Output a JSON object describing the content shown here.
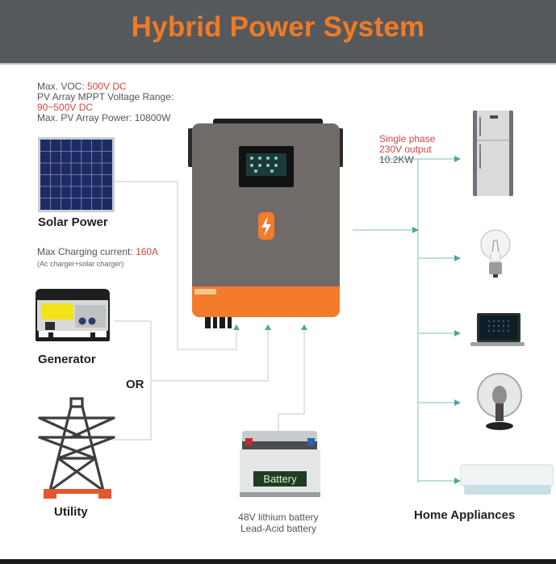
{
  "header": {
    "title": "Hybrid Power System",
    "background": "#56595c",
    "title_color": "#f07b24"
  },
  "solar_specs": {
    "max_voc_label": "Max. VOC: ",
    "max_voc_value": "500V DC",
    "mppt_range_label": "PV Array MPPT Voltage Range:",
    "mppt_range_value": "90~500V DC",
    "max_pv_power": "Max. PV Array Power: 10800W"
  },
  "charging_specs": {
    "max_charging_label": "Max Charging current: ",
    "max_charging_value": "160A",
    "note": "(Ac charger+solar charger)"
  },
  "sources": {
    "solar": {
      "label": "Solar Power",
      "icon": "solar-panel-icon"
    },
    "generator": {
      "label": "Generator",
      "icon": "generator-icon"
    },
    "or_label": "OR",
    "utility": {
      "label": "Utility",
      "icon": "power-tower-icon"
    }
  },
  "inverter": {
    "icon": "hybrid-inverter-icon",
    "body_color": "#706b69",
    "accent_color": "#f47a2c"
  },
  "battery": {
    "badge": "Battery",
    "caption_line1": "48V lithium battery",
    "caption_line2": "Lead-Acid battery"
  },
  "output": {
    "line1": "Single phase",
    "line2": "230V output",
    "line3": "10.2KW"
  },
  "appliances": {
    "label": "Home Appliances",
    "items": [
      {
        "name": "refrigerator",
        "icon": "refrigerator-icon"
      },
      {
        "name": "light-bulb",
        "icon": "light-bulb-icon"
      },
      {
        "name": "laptop",
        "icon": "laptop-icon"
      },
      {
        "name": "fan",
        "icon": "fan-icon"
      },
      {
        "name": "air-conditioner",
        "icon": "air-conditioner-icon"
      }
    ]
  },
  "colors": {
    "connector_line": "#d4d8d8",
    "arrow": "#4fa79a",
    "highlight_red": "#d2473f"
  }
}
